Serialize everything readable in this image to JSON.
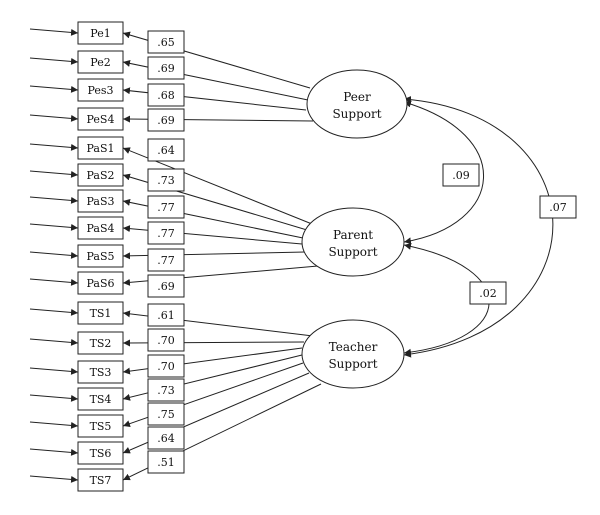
{
  "indicators": [
    {
      "label": "Pe1",
      "factor": "peer",
      "loading": ".65"
    },
    {
      "label": "Pe2",
      "factor": "peer",
      "loading": ".69"
    },
    {
      "label": "Pes3",
      "factor": "peer",
      "loading": ".68"
    },
    {
      "label": "PeS4",
      "factor": "peer",
      "loading": ".69"
    },
    {
      "label": "PaS1",
      "factor": "parent",
      "loading": ".64"
    },
    {
      "label": "PaS2",
      "factor": "parent",
      "loading": ".73"
    },
    {
      "label": "PaS3",
      "factor": "parent",
      "loading": ".77"
    },
    {
      "label": "PaS4",
      "factor": "parent",
      "loading": ".77"
    },
    {
      "label": "PaS5",
      "factor": "parent",
      "loading": ".77"
    },
    {
      "label": "PaS6",
      "factor": "parent",
      "loading": ".69"
    },
    {
      "label": "TS1",
      "factor": "teacher",
      "loading": ".61"
    },
    {
      "label": "TS2",
      "factor": "teacher",
      "loading": ".70"
    },
    {
      "label": "TS3",
      "factor": "teacher",
      "loading": ".70"
    },
    {
      "label": "TS4",
      "factor": "teacher",
      "loading": ".73"
    },
    {
      "label": "TS5",
      "factor": "teacher",
      "loading": ".75"
    },
    {
      "label": "TS6",
      "factor": "teacher",
      "loading": ".64"
    },
    {
      "label": "TS7",
      "factor": "teacher",
      "loading": ".51"
    }
  ],
  "factors": {
    "peer": {
      "line1": "Peer",
      "line2": "Support"
    },
    "parent": {
      "line1": "Parent",
      "line2": "Support"
    },
    "teacher": {
      "line1": "Teacher",
      "line2": "Support"
    }
  },
  "correlations": [
    {
      "from": "peer",
      "to": "parent",
      "value": ".09"
    },
    {
      "from": "parent",
      "to": "teacher",
      "value": ".02"
    },
    {
      "from": "peer",
      "to": "teacher",
      "value": ".07"
    }
  ]
}
